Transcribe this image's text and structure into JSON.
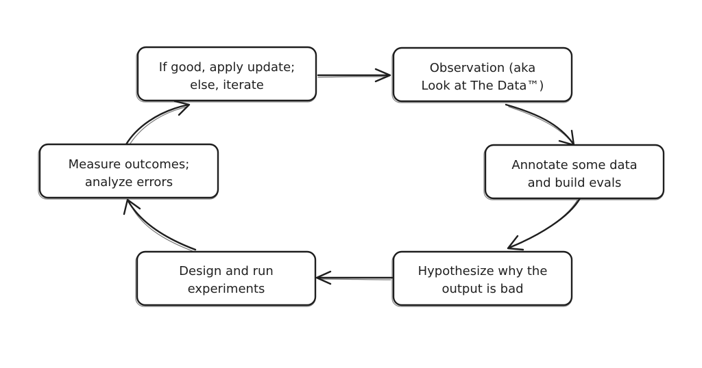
{
  "nodes": [
    {
      "id": "apply",
      "lines": [
        "If good, apply update;",
        "else, iterate"
      ]
    },
    {
      "id": "observe",
      "lines": [
        "Observation (aka",
        "Look at The Data™)"
      ]
    },
    {
      "id": "annotate",
      "lines": [
        "Annotate some data",
        "and build evals"
      ]
    },
    {
      "id": "hypothesize",
      "lines": [
        "Hypothesize why the",
        "output is bad"
      ]
    },
    {
      "id": "experiment",
      "lines": [
        "Design and run",
        "experiments"
      ]
    },
    {
      "id": "measure",
      "lines": [
        "Measure outcomes;",
        "analyze errors"
      ]
    }
  ],
  "edges": [
    {
      "from": "apply",
      "to": "observe"
    },
    {
      "from": "observe",
      "to": "annotate"
    },
    {
      "from": "annotate",
      "to": "hypothesize"
    },
    {
      "from": "hypothesize",
      "to": "experiment"
    },
    {
      "from": "experiment",
      "to": "measure"
    },
    {
      "from": "measure",
      "to": "apply"
    }
  ],
  "colors": {
    "stroke": "#1e1e1e",
    "fill": "#ffffff",
    "background": "#ffffff"
  }
}
